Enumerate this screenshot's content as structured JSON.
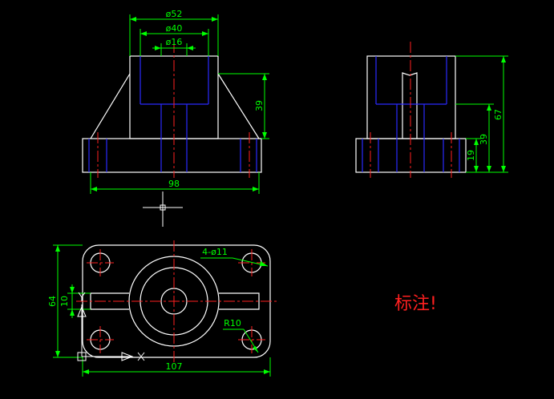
{
  "colors": {
    "background": "#000000",
    "outline": "#ffffff",
    "hidden": "#2a2aff",
    "center": "#ff2020",
    "dimension": "#00ff00"
  },
  "front_view": {
    "dim_d52": "ø52",
    "dim_d40": "ø40",
    "dim_d16": "ø16",
    "dim_39": "39",
    "dim_98": "98"
  },
  "side_view": {
    "dim_67": "67",
    "dim_39": "39",
    "dim_19": "19"
  },
  "top_view": {
    "dim_4x11": "4-ø11",
    "dim_r10": "R10",
    "dim_64": "64",
    "dim_10": "10",
    "dim_107": "107"
  },
  "annotation": {
    "note": "标注!"
  }
}
